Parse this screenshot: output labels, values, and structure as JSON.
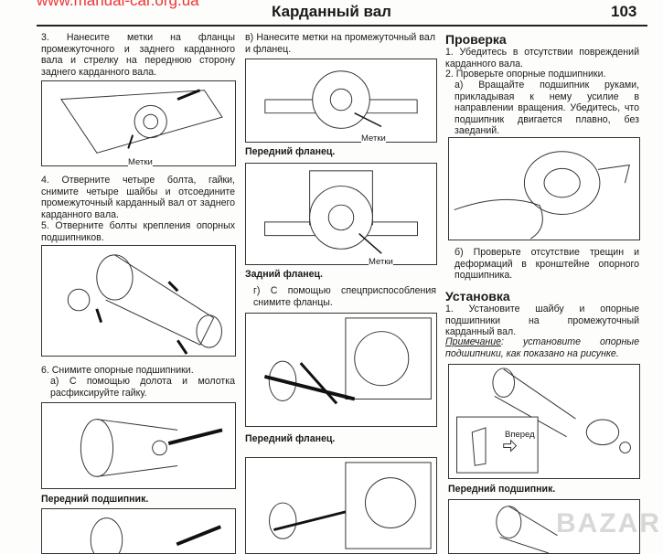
{
  "header": {
    "watermark": "www.manual-car.org.ua",
    "title": "Карданный вал",
    "page_number": "103"
  },
  "col1": {
    "step3": "3. Нанесите метки на фланцы промежуточного и заднего карданного вала и стрелку на переднюю сторону заднего карданного вала.",
    "fig1_label": "Метки",
    "step4": "4. Отверните четыре болта, гайки, снимите четыре шайбы и отсоедините промежуточный карданный вал от заднего карданного вала.",
    "step5": "5. Отверните болты крепления опорных подшипников.",
    "step6": "6. Снимите опорные подшипники.",
    "step6a": "а) С помощью долота и молотка расфиксируйте гайку.",
    "caption1": "Передний подшипник."
  },
  "col2": {
    "stepv": "в) Нанесите метки на промежуточный вал и фланец.",
    "fig1_label": "Метки",
    "caption1": "Передний фланец.",
    "fig2_label": "Метки",
    "caption2": "Задний фланец.",
    "stepg": "г) С помощью спецприспособления снимите фланцы.",
    "caption3": "Передний фланец."
  },
  "col3": {
    "heading1": "Проверка",
    "step1": "1. Убедитесь в отсутствии повреждений карданного вала.",
    "step2": "2. Проверьте опорные подшипники.",
    "step2a": "а) Вращайте подшипник руками, прикладывая к нему усилие в направлении вращения. Убедитесь, что подшипник двигается плавно, без заеданий.",
    "step2b": "б) Проверьте отсутствие трещин и деформаций в кронштейне опорного подшипника.",
    "heading2": "Установка",
    "inst1": "1. Установите шайбу и опорные подшипники на промежуточный карданный вал.",
    "note_label": "Примечание",
    "note_text": ": установите опорные подшипники, как показано на рисунке.",
    "fig_label": "Вперед",
    "caption1": "Передний подшипник."
  },
  "overlay": {
    "watermark2": "BAZAR"
  }
}
